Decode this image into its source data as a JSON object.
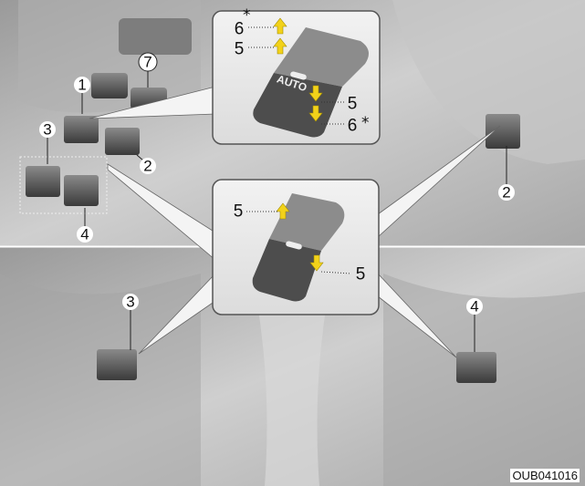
{
  "figure_code": "OUB041016",
  "callouts": {
    "driver_switch_1": "1",
    "passenger_switch_2": "2",
    "rear_left_switch_3": "3",
    "rear_right_switch_4": "4",
    "window_lock_7": "7",
    "passenger_door_switch_2": "2",
    "rear_left_door_switch_3": "3",
    "rear_right_door_switch_4": "4"
  },
  "detail_top": {
    "switch_label": "AUTO",
    "up_auto": "6",
    "up_manual": "5",
    "down_manual": "5",
    "down_auto": "6",
    "asterisk": "*"
  },
  "detail_bottom": {
    "up_manual": "5",
    "down_manual": "5"
  },
  "colors": {
    "arrow": "#f2d21a",
    "background": "#b8b8b8"
  }
}
